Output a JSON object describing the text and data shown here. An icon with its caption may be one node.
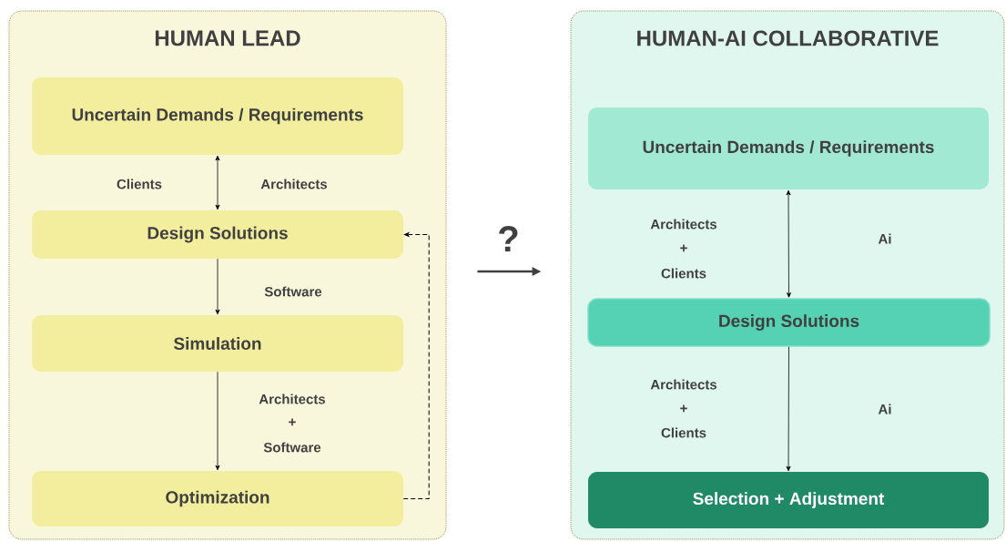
{
  "diagram": {
    "nodes": [
      {
        "text": [
          "HUMAN LEAD"
        ]
      },
      {
        "text": [
          "Uncertain Demands / Requirements"
        ],
        "in": 0
      },
      {
        "text": [
          "Design Solutions"
        ],
        "in": 0
      },
      {
        "text": [
          "Simulation"
        ],
        "in": 0
      },
      {
        "text": [
          "Optimization"
        ],
        "in": 0
      },
      {
        "text": [
          "HUMAN-AI COLLABORATIVE"
        ]
      },
      {
        "text": [
          "Uncertain Demands / Requirements"
        ],
        "in": 5
      },
      {
        "text": [
          "Design Solutions"
        ],
        "in": 5
      },
      {
        "text": [
          "Selection + Adjustment"
        ],
        "in": 5
      }
    ],
    "edges": [
      {
        "from": 1,
        "to": 2,
        "arrow": "both"
      },
      {
        "from": 2,
        "to": 3,
        "arrow": "to"
      },
      {
        "from": 3,
        "to": 4,
        "arrow": "to"
      },
      {
        "from": 4,
        "to": 2,
        "arrow": "to",
        "style": "dashed"
      },
      {
        "from": 0,
        "to": 5,
        "arrow": "to",
        "style": "thick",
        "label": "?"
      },
      {
        "from": 6,
        "to": 7,
        "arrow": "both"
      },
      {
        "from": 7,
        "to": 8,
        "arrow": "to"
      }
    ],
    "labels": [
      "Clients",
      "Architects",
      "Software",
      "Architects",
      "+",
      "Software",
      "Architects",
      "+",
      "Clients",
      "Ai",
      "Architects",
      "+",
      "Clients",
      "Ai"
    ]
  }
}
